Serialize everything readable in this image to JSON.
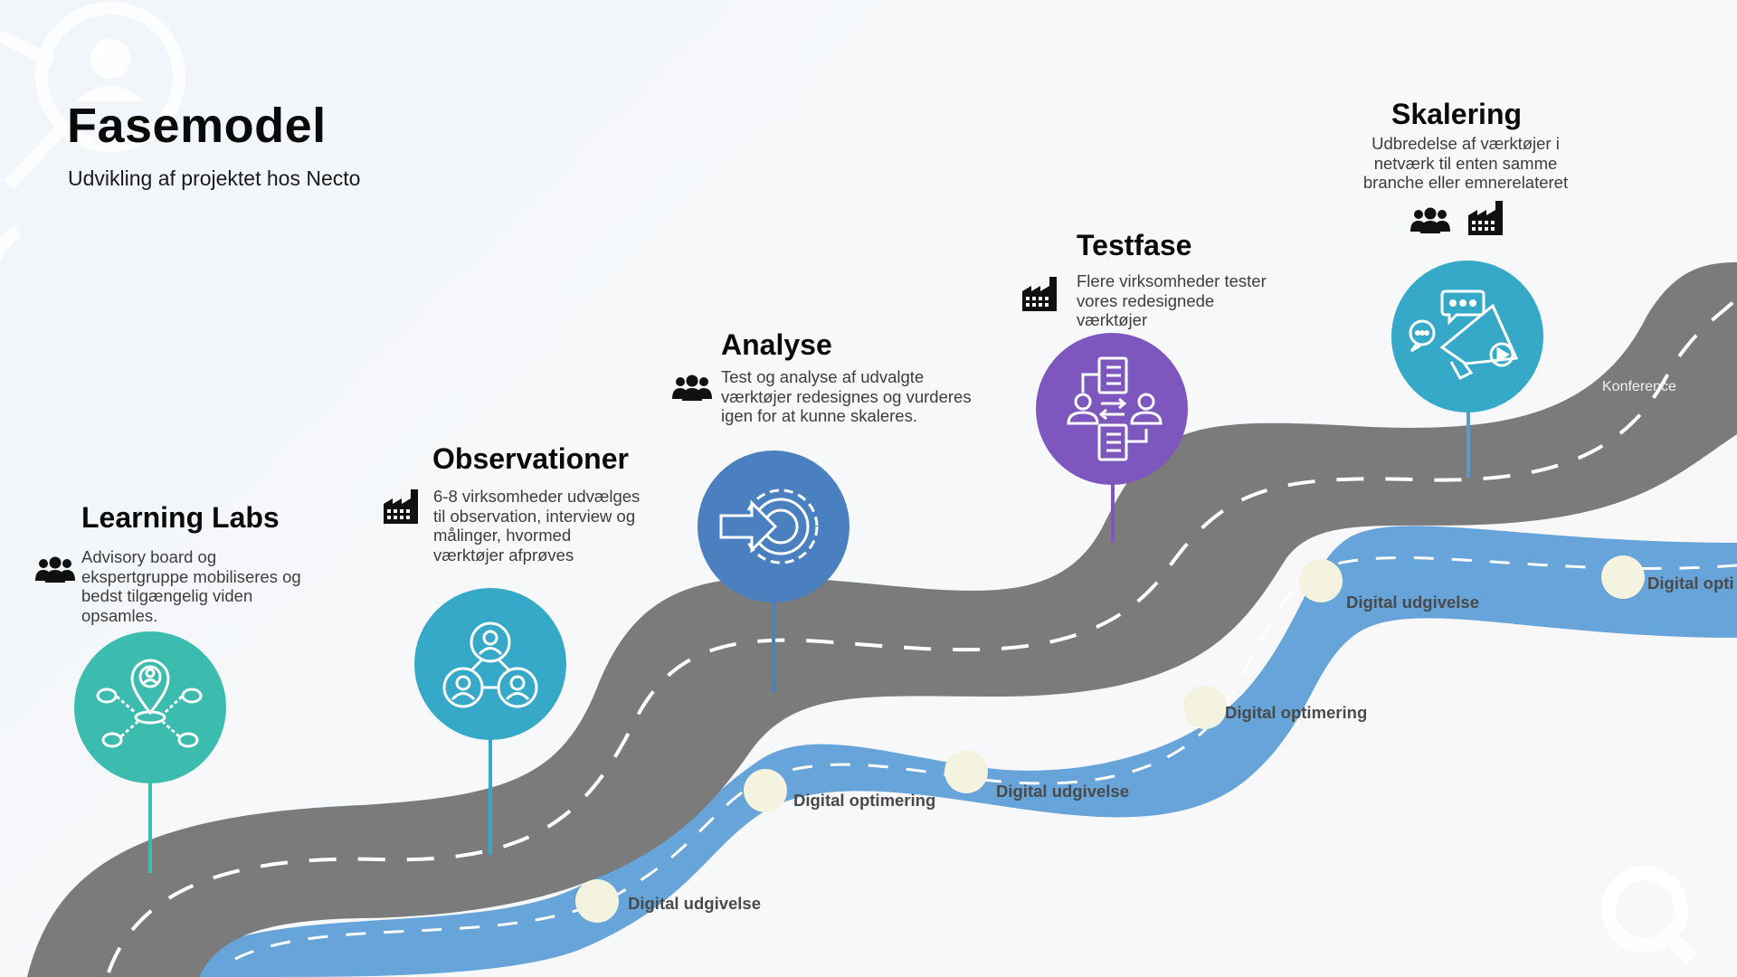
{
  "header": {
    "title": "Fasemodel",
    "subtitle": "Udvikling af projektet hos Necto"
  },
  "colors": {
    "teal": "#3bbcaf",
    "cyan": "#35a9c7",
    "blue": "#4a7fc0",
    "purple": "#7e57be",
    "road": "#7b7b7b",
    "river": "#67a4d9",
    "dot": "#f3f3df"
  },
  "phases": [
    {
      "title": "Learning Labs",
      "desc": [
        "Advisory board og",
        "ekspertgruppe mobiliseres og",
        "bedst tilgængelig viden",
        "opsamles."
      ],
      "side_icons": [
        "people-icon"
      ],
      "main_icon": "location-network-icon"
    },
    {
      "title": "Observationer",
      "desc": [
        "6-8 virksomheder udvælges",
        "til observation, interview og",
        "målinger, hvormed",
        "værktøjer afprøves"
      ],
      "side_icons": [
        "factory-icon"
      ],
      "main_icon": "team-icon"
    },
    {
      "title": "Analyse",
      "desc": [
        "Test og analyse af udvalgte",
        "værktøjer redesignes og vurderes",
        "igen for at kunne skaleres."
      ],
      "side_icons": [
        "people-icon"
      ],
      "main_icon": "gear-arrow-icon"
    },
    {
      "title": "Testfase",
      "desc": [
        "Flere virksomheder tester",
        "vores redesignede",
        "værktøjer"
      ],
      "side_icons": [
        "factory-icon"
      ],
      "main_icon": "checklist-exchange-icon"
    },
    {
      "title": "Skalering",
      "desc": [
        "Udbredelse af værktøjer i",
        "netværk til enten samme",
        "branche eller emnerelateret"
      ],
      "side_icons": [
        "people-icon",
        "factory-icon"
      ],
      "main_icon": "megaphone-icon"
    }
  ],
  "road_labels": [
    "Digital udgivelse",
    "Digital optimering",
    "Digital udgivelse",
    "Digital optimering",
    "Digital udgivelse",
    "Digital opti",
    "Konference"
  ]
}
